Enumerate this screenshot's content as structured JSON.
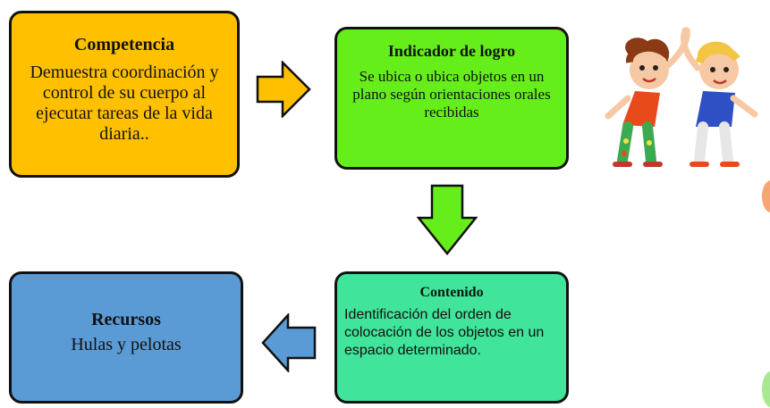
{
  "competencia": {
    "title": "Competencia",
    "body": "Demuestra coordinación y control de su cuerpo al ejecutar tareas de la vida diaria.."
  },
  "indicador": {
    "title": "Indicador de logro",
    "body": "Se ubica o ubica objetos en un plano según orientaciones orales recibidas"
  },
  "contenido": {
    "title": "Contenido",
    "body": "Identificación del orden de colocación de los objetos en un espacio determinado."
  },
  "recursos": {
    "title": "Recursos",
    "body": "Hulas y pelotas"
  },
  "colors": {
    "competencia": "#ffc000",
    "indicador": "#66ee1a",
    "contenido": "#40e49a",
    "recursos": "#5b9bd5",
    "arrow_right": "#ffc000",
    "arrow_down": "#66ee1a",
    "arrow_left": "#5b9bd5"
  },
  "illustration": "two-children-stretching-image"
}
